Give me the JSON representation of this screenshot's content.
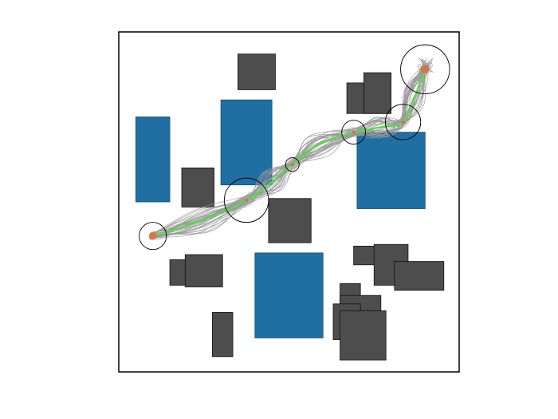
{
  "diagram": {
    "kind": "motion-planning-trajectories",
    "colors": {
      "background": "#ffffff",
      "frame": "#000000",
      "obstacle": "#4d4d4d",
      "region": "#1f6fa3",
      "sample_path": "#999999",
      "planned_path": "#55dd44",
      "waypoint": "#e06a3a",
      "waypoint_circle": "#000000"
    },
    "frame_bounds": [
      0,
      0,
      10,
      10
    ],
    "regions": [
      {
        "x": 0.5,
        "y": 5.0,
        "w": 1.0,
        "h": 2.5
      },
      {
        "x": 3.0,
        "y": 5.5,
        "w": 1.5,
        "h": 2.5
      },
      {
        "x": 4.0,
        "y": 1.0,
        "w": 2.0,
        "h": 2.5
      },
      {
        "x": 7.0,
        "y": 4.8,
        "w": 2.0,
        "h": 2.25
      }
    ],
    "obstacles": [
      {
        "x": 3.5,
        "y": 8.3,
        "w": 1.1,
        "h": 1.05
      },
      {
        "x": 1.85,
        "y": 4.85,
        "w": 0.95,
        "h": 1.15
      },
      {
        "x": 4.4,
        "y": 3.8,
        "w": 1.25,
        "h": 1.3
      },
      {
        "x": 6.7,
        "y": 7.6,
        "w": 1.25,
        "h": 0.9
      },
      {
        "x": 7.2,
        "y": 7.6,
        "w": 0.8,
        "h": 1.2
      },
      {
        "x": 1.5,
        "y": 2.55,
        "w": 1.35,
        "h": 0.75
      },
      {
        "x": 1.95,
        "y": 2.5,
        "w": 1.1,
        "h": 0.95
      },
      {
        "x": 2.75,
        "y": 0.45,
        "w": 0.6,
        "h": 1.3
      },
      {
        "x": 6.9,
        "y": 3.15,
        "w": 1.45,
        "h": 0.55
      },
      {
        "x": 7.5,
        "y": 2.55,
        "w": 1.0,
        "h": 1.2
      },
      {
        "x": 8.1,
        "y": 2.4,
        "w": 1.45,
        "h": 0.85
      },
      {
        "x": 6.5,
        "y": 1.6,
        "w": 0.6,
        "h": 1.0
      },
      {
        "x": 6.5,
        "y": 1.65,
        "w": 1.2,
        "h": 0.6
      },
      {
        "x": 6.3,
        "y": 0.95,
        "w": 0.8,
        "h": 1.05
      },
      {
        "x": 6.5,
        "y": 0.35,
        "w": 1.35,
        "h": 1.45
      }
    ],
    "waypoints": [
      {
        "x": 1.0,
        "y": 4.0,
        "r": 0.4
      },
      {
        "x": 3.75,
        "y": 5.05,
        "r": 0.65
      },
      {
        "x": 5.1,
        "y": 6.1,
        "r": 0.2
      },
      {
        "x": 6.9,
        "y": 7.05,
        "r": 0.35
      },
      {
        "x": 8.35,
        "y": 7.35,
        "r": 0.52
      },
      {
        "x": 9.0,
        "y": 8.9,
        "r": 0.72
      }
    ],
    "planned_path": [
      [
        1.0,
        4.0
      ],
      [
        2.4,
        4.45
      ],
      [
        3.75,
        5.05
      ],
      [
        4.5,
        5.6
      ],
      [
        5.1,
        6.1
      ],
      [
        5.9,
        6.7
      ],
      [
        6.9,
        7.05
      ],
      [
        7.7,
        7.2
      ],
      [
        8.35,
        7.35
      ],
      [
        8.7,
        8.1
      ],
      [
        9.0,
        8.9
      ]
    ],
    "sample_path_count": 36
  }
}
